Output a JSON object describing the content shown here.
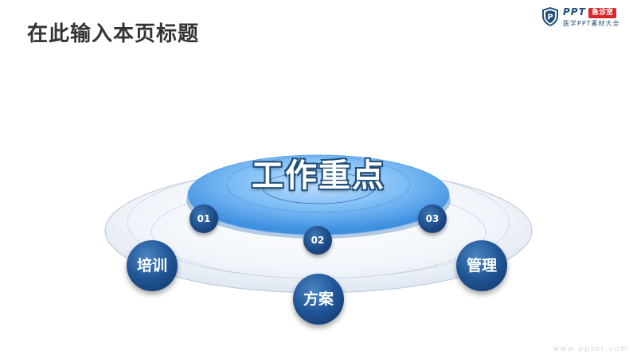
{
  "page": {
    "title": "在此输入本页标题"
  },
  "logo": {
    "brand": "PPT",
    "badge": "急诊室",
    "tagline": "医学PPT素材大全",
    "icon": "shield-p-icon"
  },
  "center": {
    "label": "工作重点"
  },
  "markers": [
    {
      "label": "01"
    },
    {
      "label": "02"
    },
    {
      "label": "03"
    }
  ],
  "topics": [
    {
      "label": "培训"
    },
    {
      "label": "方案"
    },
    {
      "label": "管理"
    }
  ],
  "watermark": {
    "text": "www.ppter.com"
  },
  "colors": {
    "primary": "#1f4e79",
    "accent": "#4fa3e8",
    "badge": "#d9262c"
  }
}
